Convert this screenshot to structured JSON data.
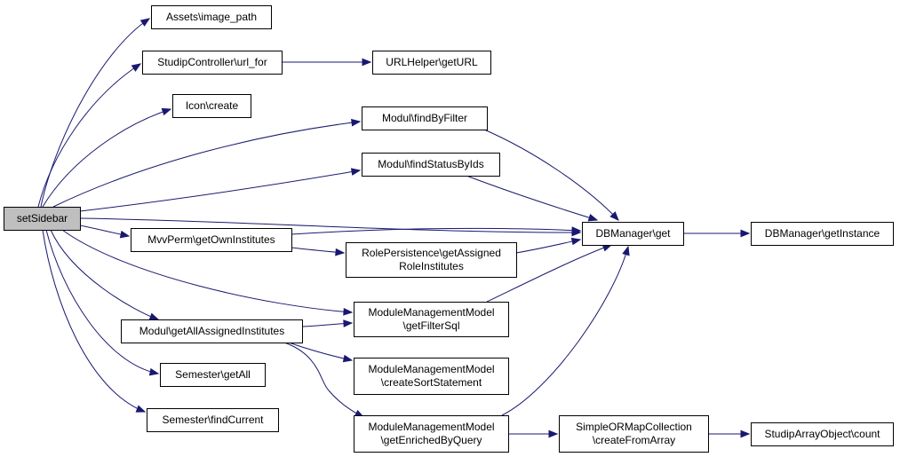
{
  "graph": {
    "nodes": [
      {
        "id": "setSidebar",
        "lines": [
          "setSidebar"
        ],
        "root": true
      },
      {
        "id": "image_path",
        "lines": [
          "Assets\\image_path"
        ]
      },
      {
        "id": "url_for",
        "lines": [
          "StudipController\\url_for"
        ]
      },
      {
        "id": "getURL",
        "lines": [
          "URLHelper\\getURL"
        ]
      },
      {
        "id": "icon_create",
        "lines": [
          "Icon\\create"
        ]
      },
      {
        "id": "findByFilter",
        "lines": [
          "Modul\\findByFilter"
        ]
      },
      {
        "id": "findStatusByIds",
        "lines": [
          "Modul\\findStatusByIds"
        ]
      },
      {
        "id": "getOwnInstitutes",
        "lines": [
          "MvvPerm\\getOwnInstitutes"
        ]
      },
      {
        "id": "getAssignedRoleInstitutes",
        "lines": [
          "RolePersistence\\getAssigned",
          "RoleInstitutes"
        ]
      },
      {
        "id": "dbget",
        "lines": [
          "DBManager\\get"
        ]
      },
      {
        "id": "getInstance",
        "lines": [
          "DBManager\\getInstance"
        ]
      },
      {
        "id": "getFilterSql",
        "lines": [
          "ModuleManagementModel",
          "\\getFilterSql"
        ]
      },
      {
        "id": "getAllAssignedInstitutes",
        "lines": [
          "Modul\\getAllAssignedInstitutes"
        ]
      },
      {
        "id": "createSortStatement",
        "lines": [
          "ModuleManagementModel",
          "\\createSortStatement"
        ]
      },
      {
        "id": "semester_getAll",
        "lines": [
          "Semester\\getAll"
        ]
      },
      {
        "id": "findCurrent",
        "lines": [
          "Semester\\findCurrent"
        ]
      },
      {
        "id": "getEnrichedByQuery",
        "lines": [
          "ModuleManagementModel",
          "\\getEnrichedByQuery"
        ]
      },
      {
        "id": "createFromArray",
        "lines": [
          "SimpleORMapCollection",
          "\\createFromArray"
        ]
      },
      {
        "id": "count",
        "lines": [
          "StudipArrayObject\\count"
        ]
      }
    ],
    "edges": [
      {
        "from": "setSidebar",
        "to": "image_path"
      },
      {
        "from": "setSidebar",
        "to": "url_for"
      },
      {
        "from": "url_for",
        "to": "getURL"
      },
      {
        "from": "setSidebar",
        "to": "icon_create"
      },
      {
        "from": "setSidebar",
        "to": "findByFilter"
      },
      {
        "from": "setSidebar",
        "to": "findStatusByIds"
      },
      {
        "from": "setSidebar",
        "to": "dbget"
      },
      {
        "from": "setSidebar",
        "to": "getOwnInstitutes"
      },
      {
        "from": "setSidebar",
        "to": "getFilterSql"
      },
      {
        "from": "setSidebar",
        "to": "getAllAssignedInstitutes"
      },
      {
        "from": "setSidebar",
        "to": "semester_getAll"
      },
      {
        "from": "setSidebar",
        "to": "findCurrent"
      },
      {
        "from": "findByFilter",
        "to": "dbget"
      },
      {
        "from": "findStatusByIds",
        "to": "dbget"
      },
      {
        "from": "getOwnInstitutes",
        "to": "dbget"
      },
      {
        "from": "getOwnInstitutes",
        "to": "getAssignedRoleInstitutes"
      },
      {
        "from": "getAssignedRoleInstitutes",
        "to": "dbget"
      },
      {
        "from": "getFilterSql",
        "to": "dbget"
      },
      {
        "from": "getAllAssignedInstitutes",
        "to": "getFilterSql"
      },
      {
        "from": "getAllAssignedInstitutes",
        "to": "createSortStatement"
      },
      {
        "from": "getAllAssignedInstitutes",
        "to": "getEnrichedByQuery"
      },
      {
        "from": "getEnrichedByQuery",
        "to": "dbget"
      },
      {
        "from": "getEnrichedByQuery",
        "to": "createFromArray"
      },
      {
        "from": "createFromArray",
        "to": "count"
      },
      {
        "from": "dbget",
        "to": "getInstance"
      }
    ]
  }
}
